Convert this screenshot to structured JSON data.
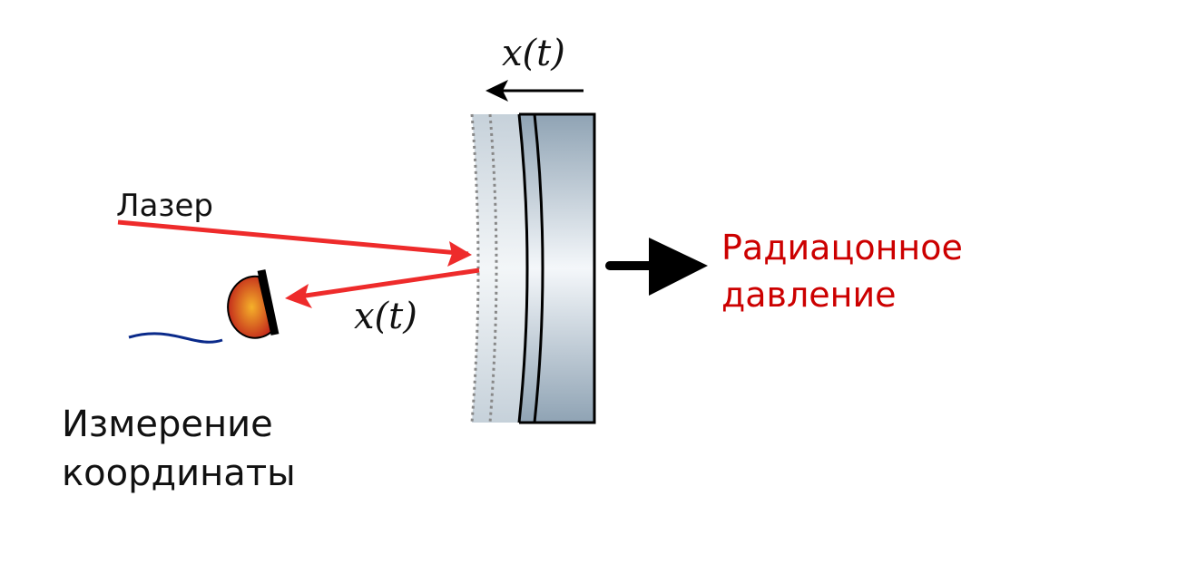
{
  "labels": {
    "laser": "Лазер",
    "motion_top": "x(t)",
    "motion_reflected": "x(t)",
    "radiation_line1": "Радиацонное",
    "radiation_line2": "давление",
    "measurement_line1": "Измерение",
    "measurement_line2": "координаты"
  },
  "colors": {
    "laser_beam": "#ee2b2b",
    "radiation_text": "#cc0000",
    "arrow": "#000000",
    "mirror_light": "#f2f5f8",
    "mirror_dark": "#8fa3b4",
    "detector_center": "#f5b12a",
    "detector_edge": "#c0201a",
    "cable": "#0a2a8a"
  }
}
